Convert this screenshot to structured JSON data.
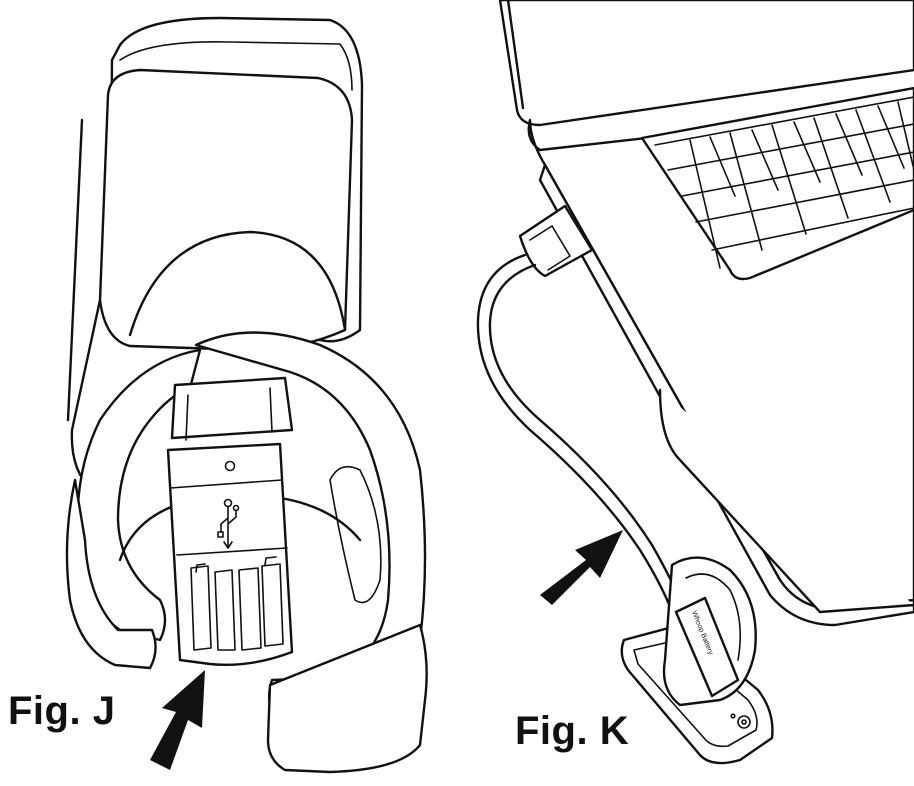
{
  "figures": [
    {
      "label": "Fig. J"
    },
    {
      "label": "Fig. K"
    }
  ],
  "dock_print": "Whoop  Battery",
  "colors": {
    "line": "#111111",
    "background": "#ffffff"
  }
}
